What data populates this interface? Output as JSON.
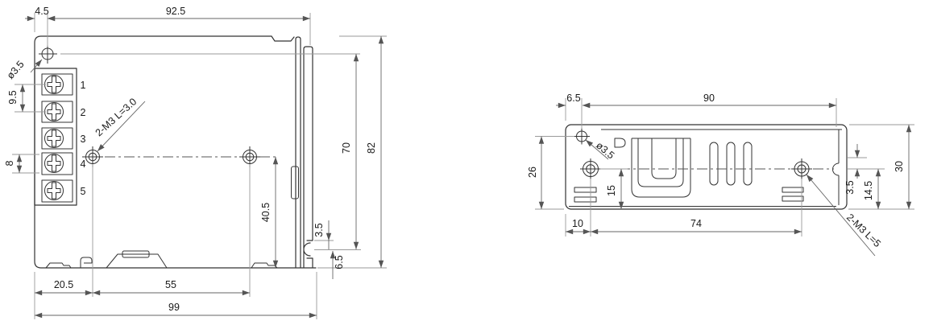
{
  "drawing": {
    "colors": {
      "part_line": "#333333",
      "dimension_line": "#666666",
      "extension_line": "#9a9a9a"
    },
    "top_view": {
      "dims": {
        "hole_offset_left": "4.5",
        "hole_span_top": "92.5",
        "terminal_pitch_ac": "9.5",
        "terminal_pitch_dc": "8",
        "hole_a_from_left": "20.5",
        "hole_a_to_b": "55",
        "length": "99",
        "hole_drop": "40.5",
        "inner_width": "70",
        "width": "82",
        "notch_offset": "3.5",
        "notch_to_bottom": "6.5"
      },
      "labels": {
        "corner_hole": "ø3.5",
        "mounting_holes": "2-M3 L=3.0"
      },
      "terminals": [
        "1",
        "2",
        "3",
        "4",
        "5"
      ]
    },
    "side_view": {
      "dims": {
        "hole_offset_left": "6.5",
        "hole_span_top": "90",
        "front_height": "26",
        "hole_height": "15",
        "hole_from_left": "10",
        "hole_to_hole": "74",
        "notch_offset": "3.5",
        "notch_height": "14.5",
        "height": "30"
      },
      "labels": {
        "corner_hole": "ø3.5",
        "mounting_holes": "2-M3 L=5"
      }
    }
  }
}
